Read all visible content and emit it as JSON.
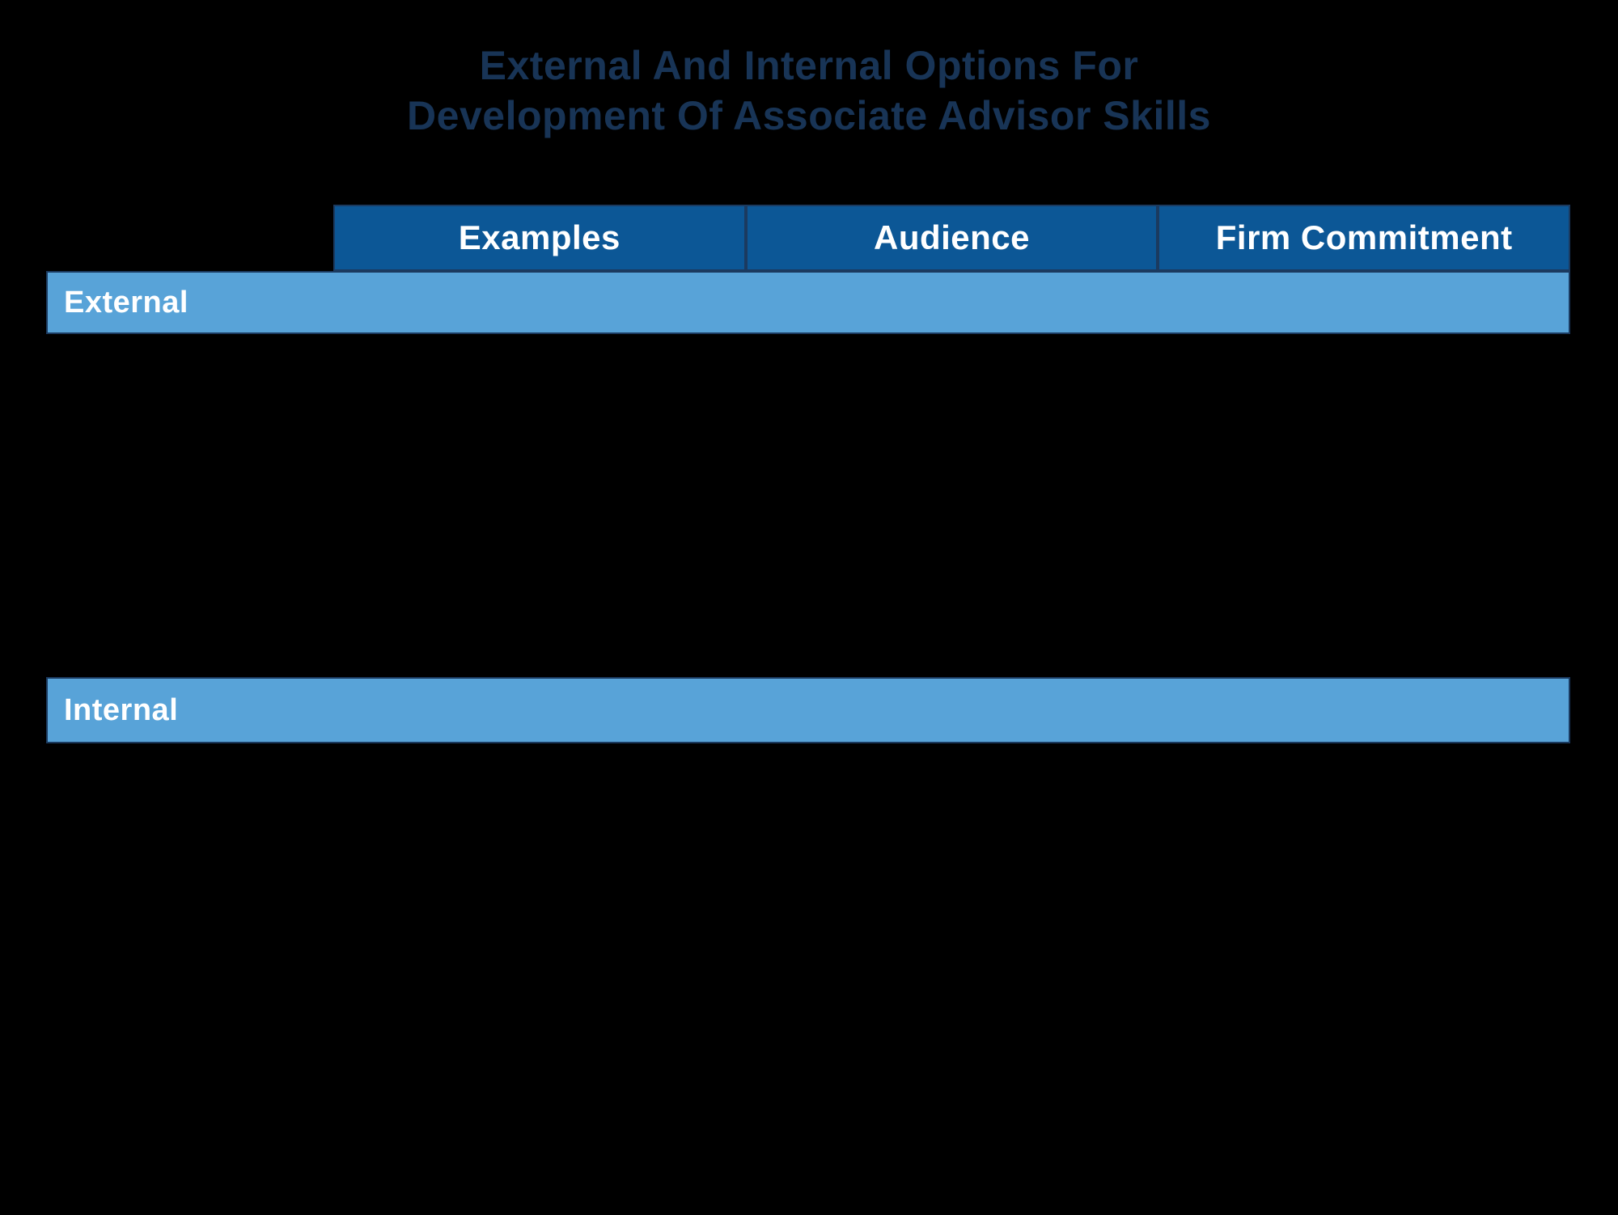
{
  "title": {
    "line1": "External And Internal Options For",
    "line2": "Development Of Associate Advisor Skills"
  },
  "table": {
    "columns": [
      {
        "label": "Examples"
      },
      {
        "label": "Audience"
      },
      {
        "label": "Firm Commitment"
      }
    ],
    "sections": [
      {
        "label": "External"
      },
      {
        "label": "Internal"
      }
    ]
  },
  "chart_data": {
    "type": "table",
    "title": "External And Internal Options For Development Of Associate Advisor Skills",
    "columns": [
      "Examples",
      "Audience",
      "Firm Commitment"
    ],
    "row_groups": [
      "External",
      "Internal"
    ],
    "cells": [],
    "notes": "Only the header row and the two section bands are visible; all table body cells render empty (black background)."
  },
  "colors": {
    "background": "#000000",
    "header_blue": "#0C5796",
    "band_blue": "#58A3D8",
    "divider_navy": "#1B3A5F",
    "title_navy": "#183456",
    "header_text": "#FFFFFF",
    "band_text": "#FFFFFF"
  }
}
